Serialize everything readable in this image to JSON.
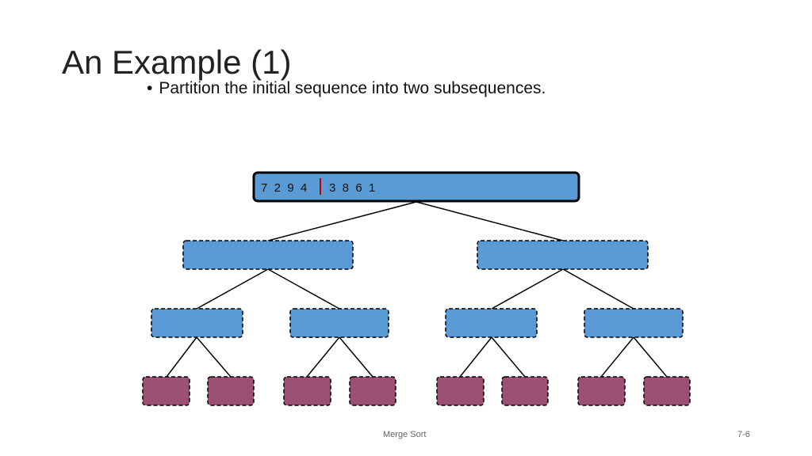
{
  "slide": {
    "title": "An Example (1)",
    "bullet": "Partition the initial sequence into two subsequences.",
    "bullet_marker": "•"
  },
  "diagram": {
    "root": {
      "left_values": "7  2  9  4",
      "right_values": "3  8  6  1"
    },
    "colors": {
      "blue_fill": "#5b9bd5",
      "purple_fill": "#9b4f73",
      "divider": "#c00000",
      "border": "#000000"
    }
  },
  "footer": {
    "center": "Merge Sort",
    "page": "7-6"
  }
}
